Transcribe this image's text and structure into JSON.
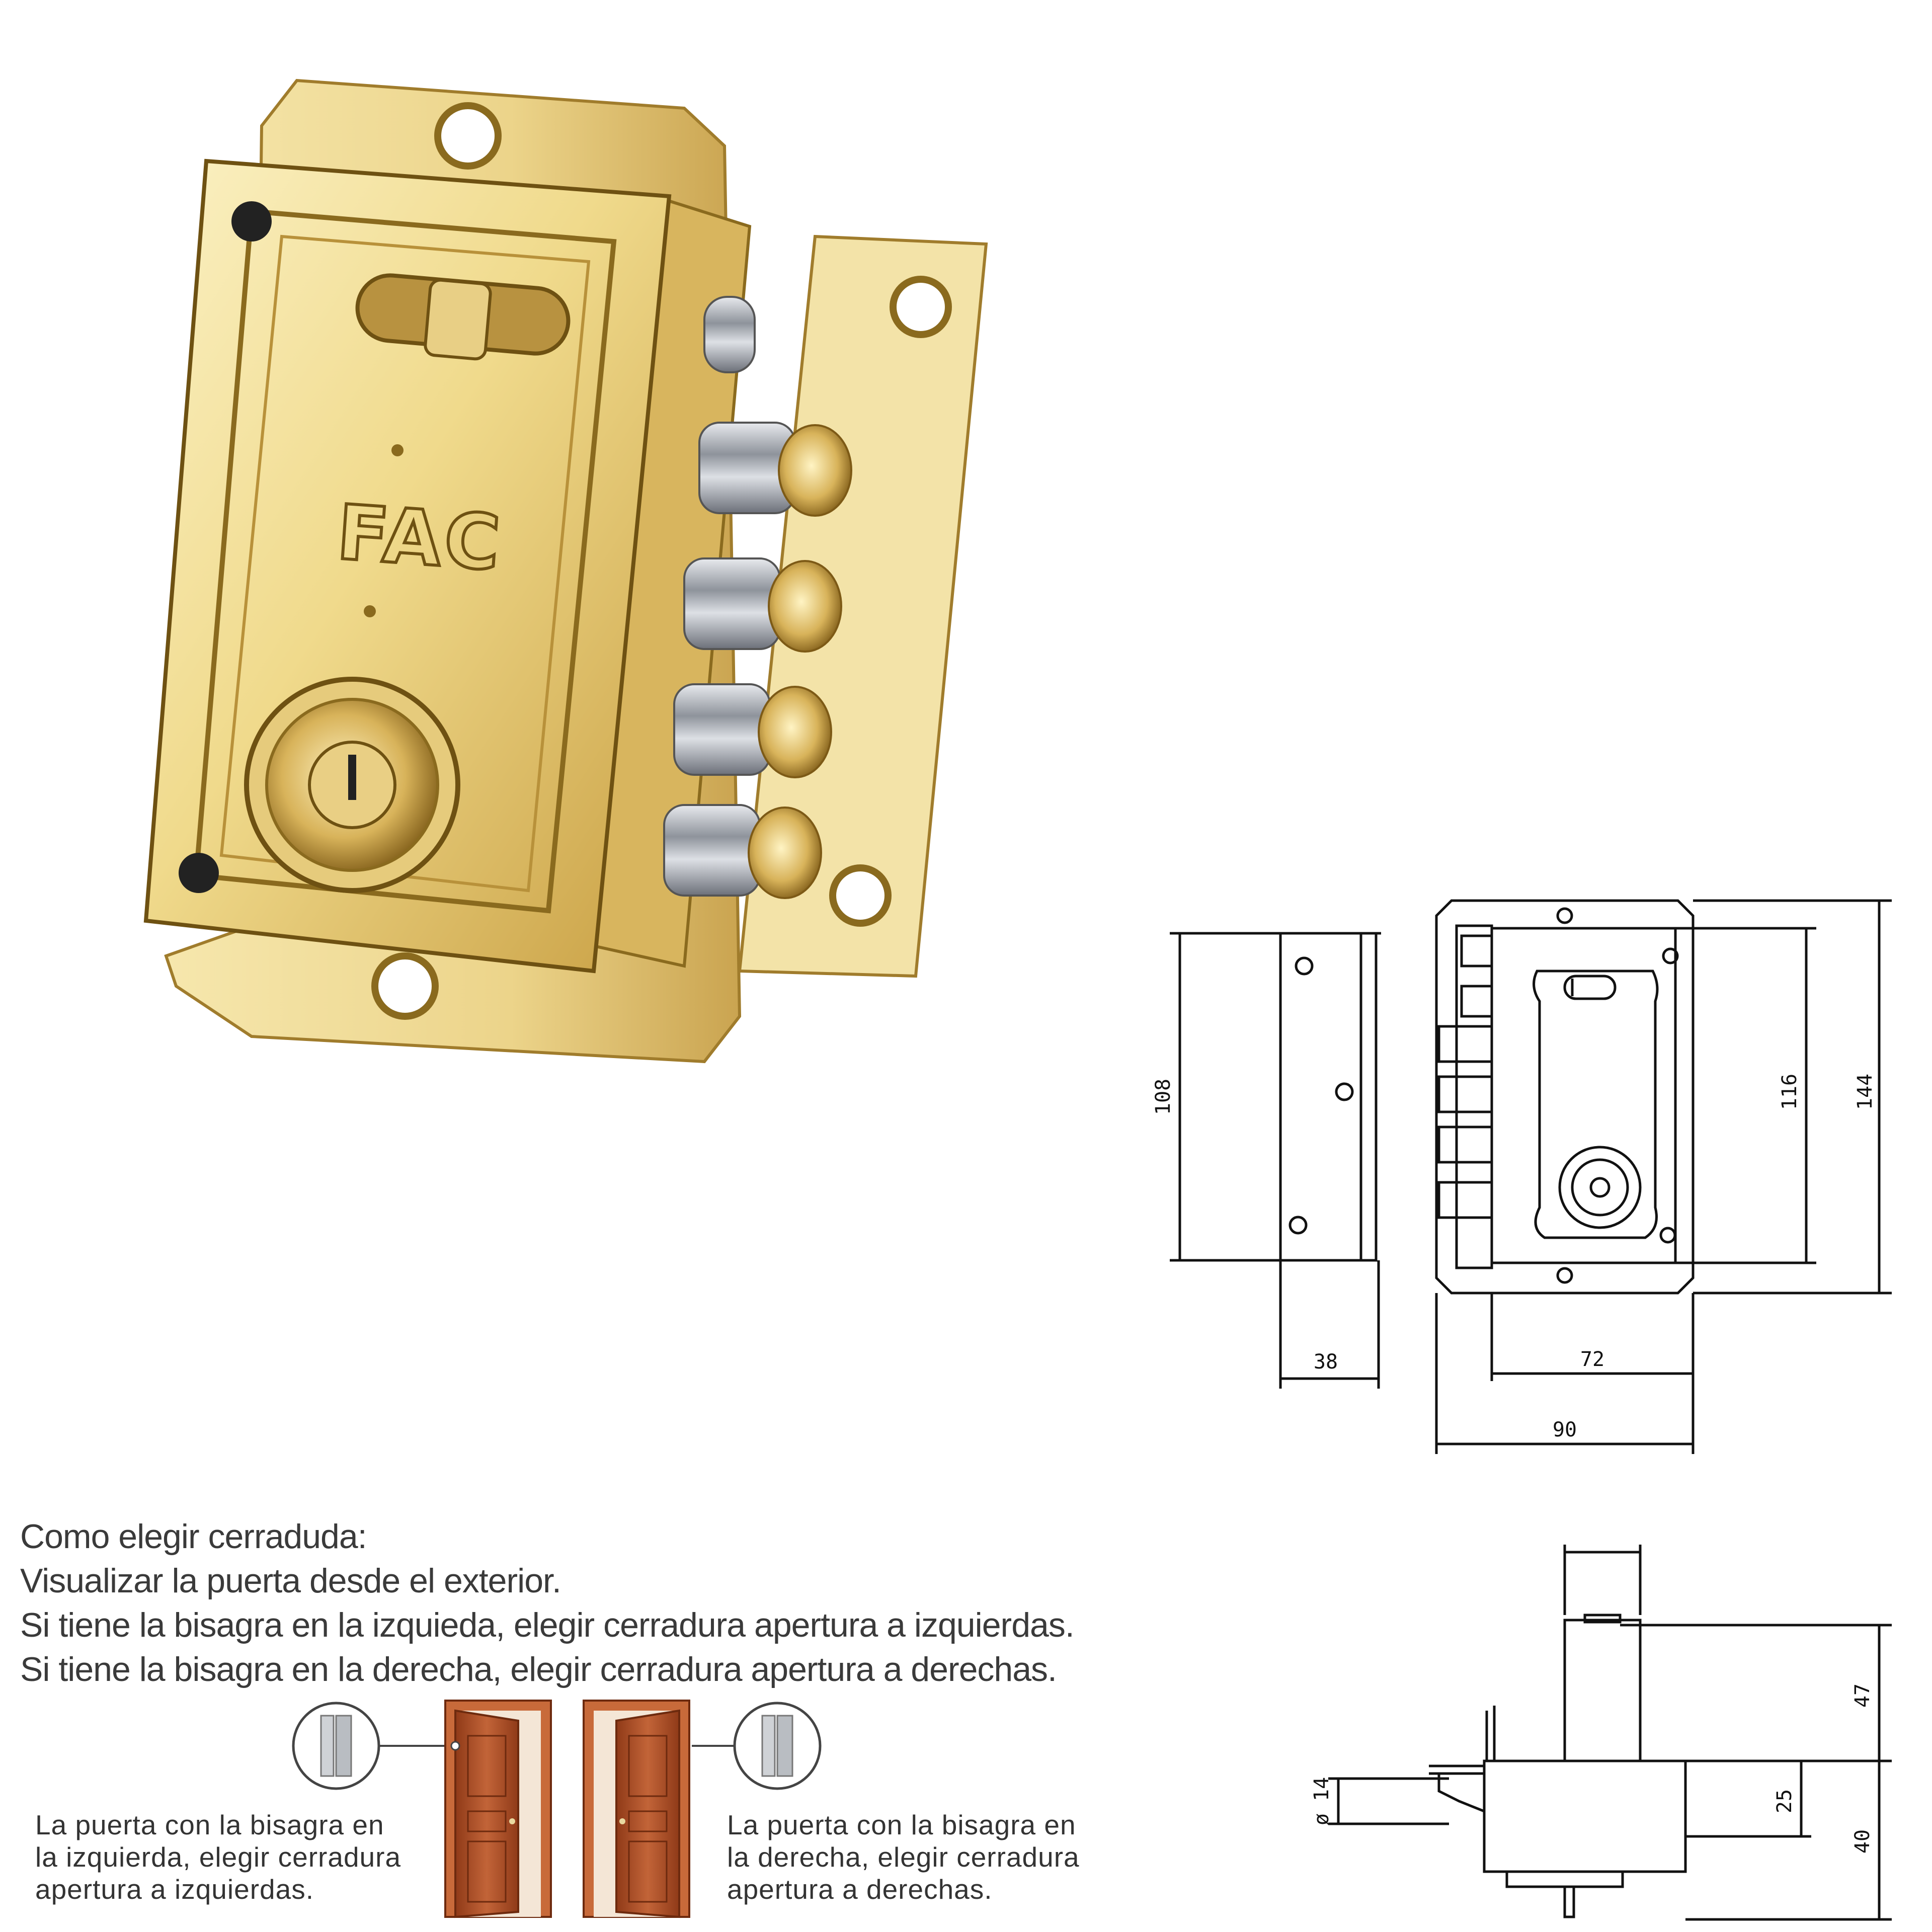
{
  "product": {
    "brand_logo": "FAC"
  },
  "drawings": {
    "dims": {
      "d108": "108",
      "d38": "38",
      "d72": "72",
      "d90": "90",
      "d116": "116",
      "d144": "144",
      "d47": "47",
      "d25": "25",
      "d40": "40",
      "d14": "ø 14"
    }
  },
  "howto": {
    "title": "Como elegir cerraduda:",
    "line1": "Visualizar la puerta desde el exterior.",
    "line2": "Si tiene la bisagra en la izquieda, elegir cerradura apertura a izquierdas.",
    "line3": "Si tiene la bisagra en la derecha, elegir cerradura apertura a derechas."
  },
  "left_door": {
    "caption": [
      "La puerta con la bisagra en",
      "la izquierda, elegir cerradura",
      "apertura a izquierdas."
    ]
  },
  "right_door": {
    "caption": [
      "La puerta con la bisagra en",
      "la derecha, elegir cerradura",
      "apertura a derechas."
    ]
  },
  "colors": {
    "brass_light": "#f3e3a0",
    "brass_mid": "#d9b85a",
    "brass_dark": "#8a6a1e",
    "chrome": "#b8bcc4",
    "door_wood": "#b2532a",
    "frame_wood": "#c86a3a"
  }
}
